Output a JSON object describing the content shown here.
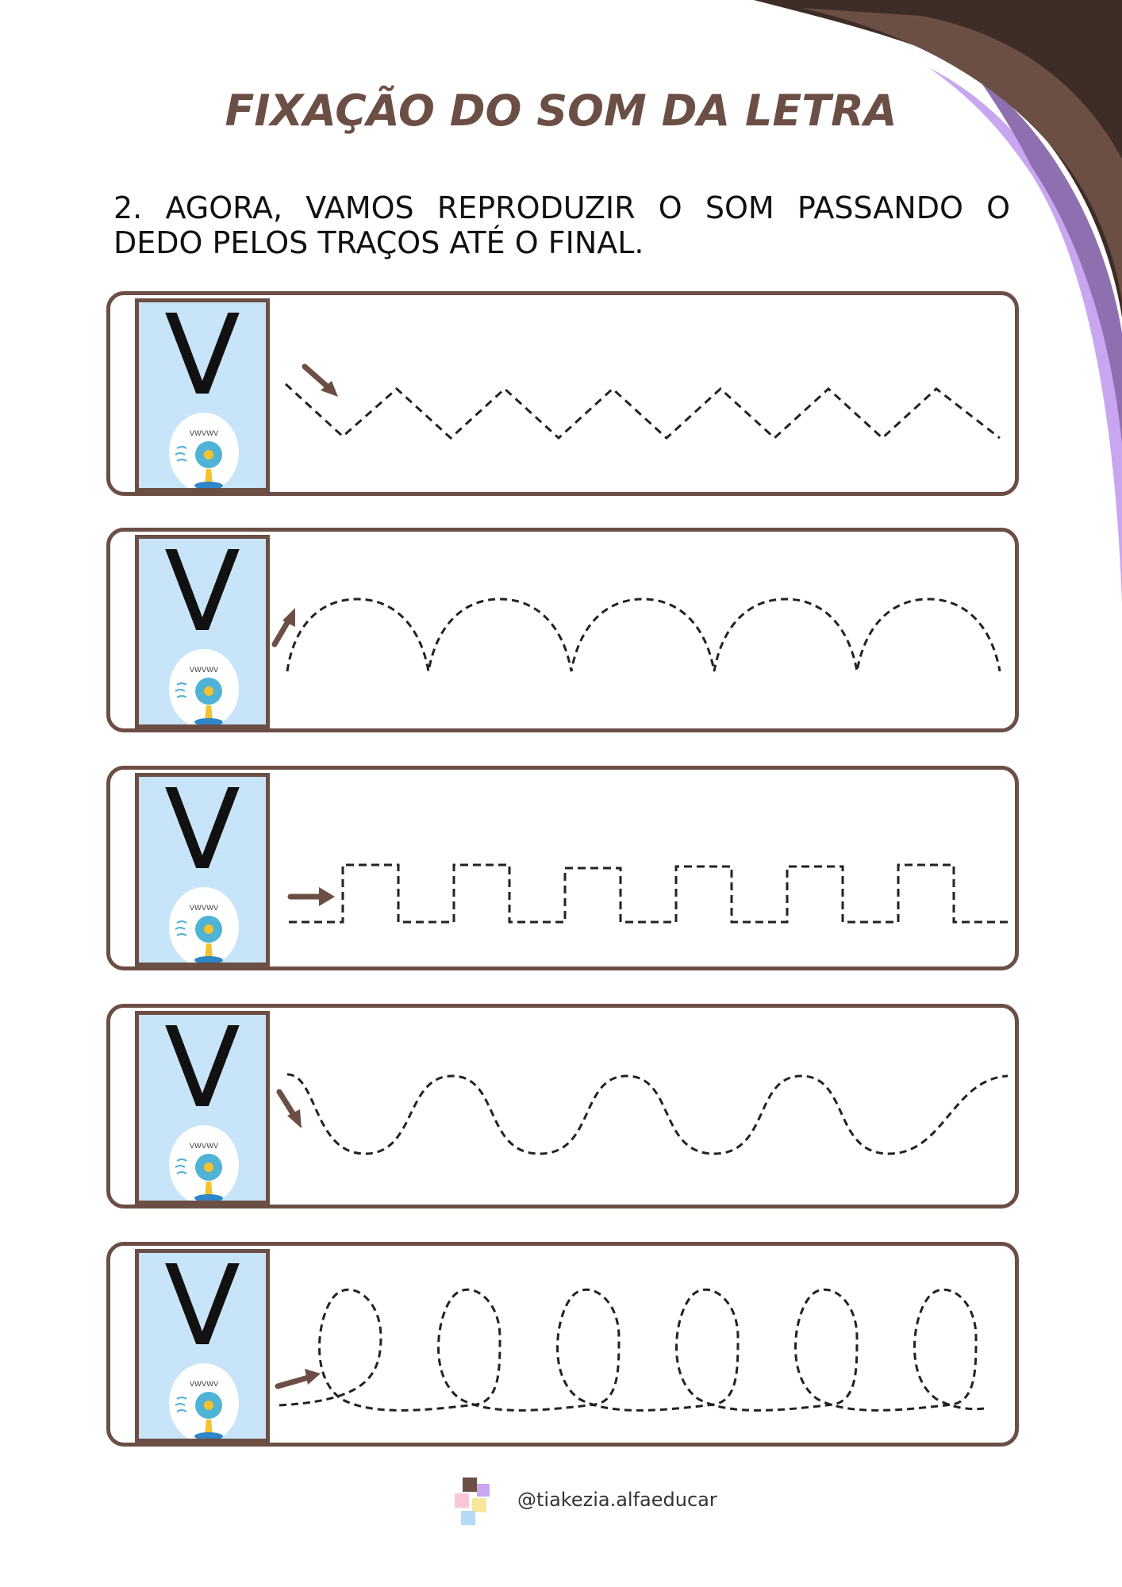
{
  "title": "FIXAÇÃO DO SOM DA LETRA",
  "instruction": "2. AGORA, VAMOS REPRODUZIR O SOM PASSANDO O DEDO PELOS TRAÇOS ATÉ O FINAL.",
  "letter": "V",
  "fan_sound": "VWVWV",
  "rows": [
    {
      "pattern": "zigzag"
    },
    {
      "pattern": "arches"
    },
    {
      "pattern": "square-wave"
    },
    {
      "pattern": "wave"
    },
    {
      "pattern": "loops"
    }
  ],
  "footer": {
    "handle": "@tiakezia.alfaeducar"
  },
  "colors": {
    "brown": "#6b4f45",
    "dark_brown": "#3e2c26",
    "lilac": "#c9a6f0",
    "card_blue": "#c8e4f8"
  }
}
